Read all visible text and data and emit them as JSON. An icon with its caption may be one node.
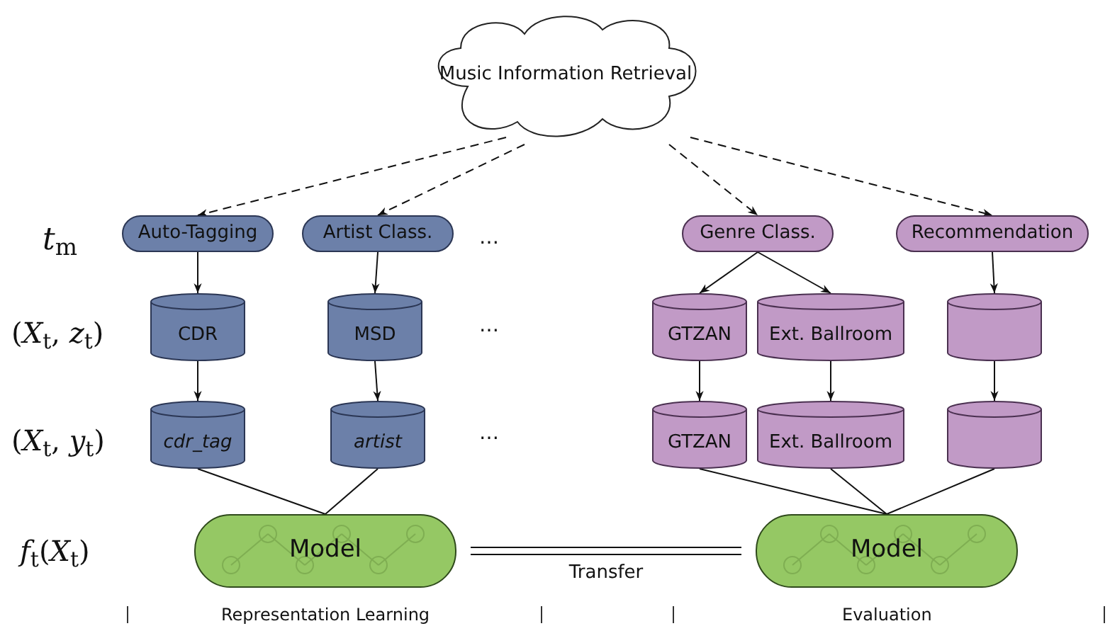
{
  "diagram": {
    "nodes": [
      {
        "text": [
          "Music Information Retrieval"
        ]
      },
      {
        "text": [
          "Auto-Tagging"
        ]
      },
      {
        "text": [
          "Artist Class."
        ]
      },
      {
        "text": [
          "Genre Class."
        ]
      },
      {
        "text": [
          "Recommendation"
        ]
      },
      {
        "text": [
          "CDR"
        ]
      },
      {
        "text": [
          "MSD"
        ]
      },
      {
        "text": [
          "GTZAN"
        ]
      },
      {
        "text": [
          "Ext. Ballroom"
        ]
      },
      {
        "text": [],
        "shape": "cylinder"
      },
      {
        "text": [
          "cdr_tag"
        ]
      },
      {
        "text": [
          "artist"
        ]
      },
      {
        "text": [
          "GTZAN"
        ]
      },
      {
        "text": [
          "Ext. Ballroom"
        ]
      },
      {
        "text": [],
        "shape": "cylinder"
      },
      {
        "text": [
          "Model"
        ]
      },
      {
        "text": [
          "Model"
        ]
      }
    ],
    "edges": [
      {
        "from": 0,
        "to": 1,
        "arrow": "to",
        "style": "dashed"
      },
      {
        "from": 0,
        "to": 2,
        "arrow": "to",
        "style": "dashed"
      },
      {
        "from": 0,
        "to": 3,
        "arrow": "to",
        "style": "dashed"
      },
      {
        "from": 0,
        "to": 4,
        "arrow": "to",
        "style": "dashed"
      },
      {
        "from": 1,
        "to": 5,
        "arrow": "to"
      },
      {
        "from": 2,
        "to": 6,
        "arrow": "to"
      },
      {
        "from": 3,
        "to": 7,
        "arrow": "to"
      },
      {
        "from": 3,
        "to": 8,
        "arrow": "to"
      },
      {
        "from": 4,
        "to": 9,
        "arrow": "to"
      },
      {
        "from": 5,
        "to": 10,
        "arrow": "to"
      },
      {
        "from": 6,
        "to": 11,
        "arrow": "to"
      },
      {
        "from": 7,
        "to": 12,
        "arrow": "to"
      },
      {
        "from": 8,
        "to": 13,
        "arrow": "to"
      },
      {
        "from": 9,
        "to": 14,
        "arrow": "to"
      },
      {
        "from": 10,
        "to": 15,
        "arrow": "none"
      },
      {
        "from": 11,
        "to": 15,
        "arrow": "none"
      },
      {
        "from": 12,
        "to": 16,
        "arrow": "none"
      },
      {
        "from": 13,
        "to": 16,
        "arrow": "none"
      },
      {
        "from": 14,
        "to": 16,
        "arrow": "none"
      },
      {
        "from": 15,
        "to": 16,
        "arrow": "none",
        "label": "Transfer"
      }
    ],
    "labels": [
      "*t*$_{m}$",
      "…",
      "(*X*$_{t}$, *z*$_{t}$)",
      "…",
      "(*X*$_{t}$, *y*$_{t}$)",
      "…",
      "*f*$_{t}$(*X*$_{t}$)",
      "Representation Learning",
      "Evaluation"
    ]
  }
}
